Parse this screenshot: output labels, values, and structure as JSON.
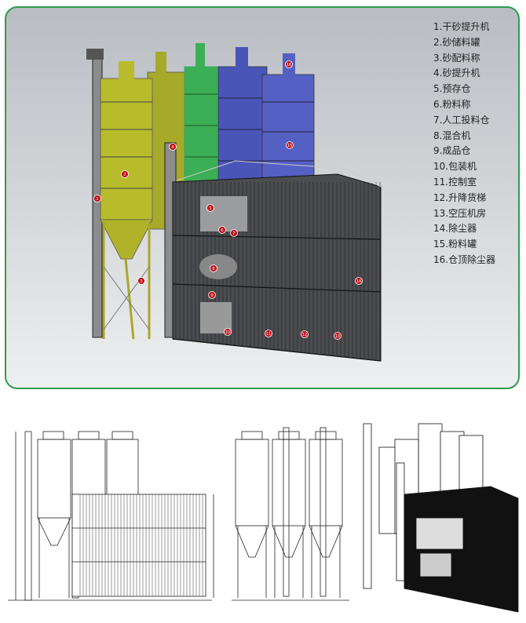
{
  "legend": {
    "items": [
      "1.干砂提升机",
      "2.砂储料罐",
      "3.砂配料称",
      "4.砂提升机",
      "5.预存仓",
      "6.粉料称",
      "7.人工投料仓",
      "8.混合机",
      "9.成品仓",
      "10.包装机",
      "11.控制室",
      "12.升降货梯",
      "13.空压机房",
      "14.除尘器",
      "15.粉料罐",
      "16.仓顶除尘器"
    ]
  },
  "callouts": [
    "1",
    "2",
    "3",
    "4",
    "5",
    "6",
    "7",
    "8",
    "9",
    "10",
    "11",
    "12",
    "13",
    "14",
    "15",
    "16"
  ],
  "colors": {
    "frame_border": "#2e9b4e",
    "sand_silo": "#b8bb2c",
    "green_silo": "#3cae55",
    "powder_silo": "#4a55b8",
    "callout": "#c0141c"
  }
}
